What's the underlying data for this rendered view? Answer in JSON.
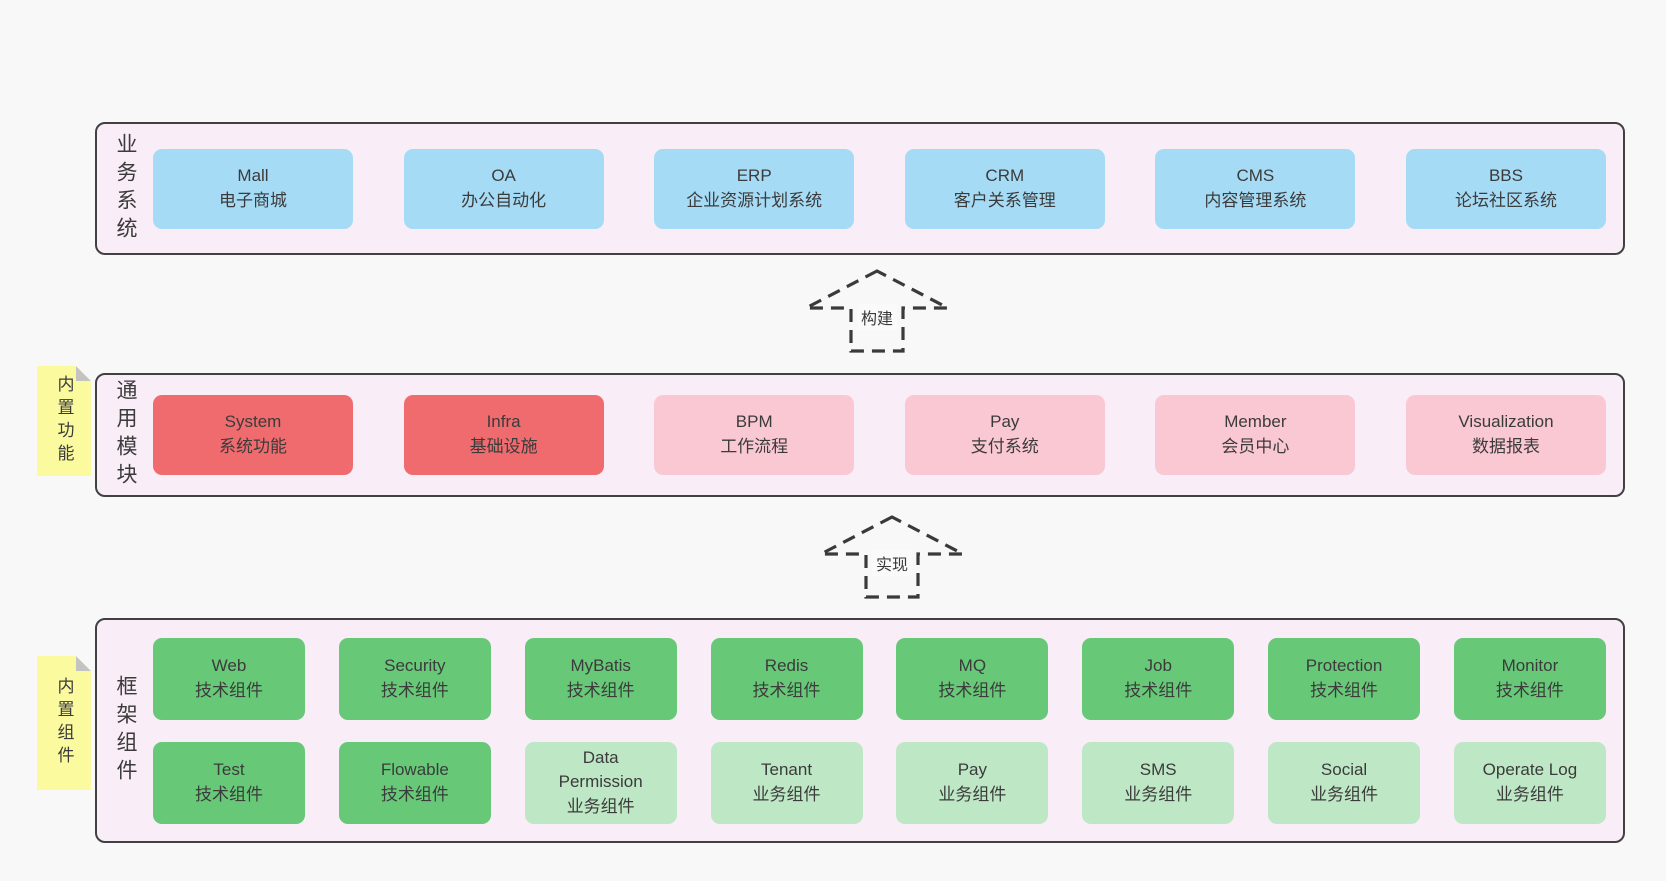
{
  "colors": {
    "page_bg": "#f8f8f8",
    "layer_bg": "#f9edf7",
    "layer_border": "#414141",
    "blue_box": "#a6dbf5",
    "red_box": "#ef6b6e",
    "pink_box": "#fac8d3",
    "green_box": "#67c878",
    "light_green_box": "#bee7c5",
    "sticky_yellow": "#fbfa9e",
    "text": "#3b3b3b"
  },
  "arrows": [
    {
      "label": "构建"
    },
    {
      "label": "实现"
    }
  ],
  "layers": [
    {
      "label": "业务系统",
      "boxes": [
        {
          "en": "Mall",
          "zh": "电子商城"
        },
        {
          "en": "OA",
          "zh": "办公自动化"
        },
        {
          "en": "ERP",
          "zh": "企业资源计划系统"
        },
        {
          "en": "CRM",
          "zh": "客户关系管理"
        },
        {
          "en": "CMS",
          "zh": "内容管理系统"
        },
        {
          "en": "BBS",
          "zh": "论坛社区系统"
        }
      ]
    },
    {
      "label": "通用模块",
      "sticky": "内置功能",
      "boxes": [
        {
          "en": "System",
          "zh": "系统功能"
        },
        {
          "en": "Infra",
          "zh": "基础设施"
        },
        {
          "en": "BPM",
          "zh": "工作流程"
        },
        {
          "en": "Pay",
          "zh": "支付系统"
        },
        {
          "en": "Member",
          "zh": "会员中心"
        },
        {
          "en": "Visualization",
          "zh": "数据报表"
        }
      ]
    },
    {
      "label": "框架组件",
      "sticky": "内置组件",
      "rows": [
        [
          {
            "en": "Web",
            "zh": "技术组件"
          },
          {
            "en": "Security",
            "zh": "技术组件"
          },
          {
            "en": "MyBatis",
            "zh": "技术组件"
          },
          {
            "en": "Redis",
            "zh": "技术组件"
          },
          {
            "en": "MQ",
            "zh": "技术组件"
          },
          {
            "en": "Job",
            "zh": "技术组件"
          },
          {
            "en": "Protection",
            "zh": "技术组件"
          },
          {
            "en": "Monitor",
            "zh": "技术组件"
          }
        ],
        [
          {
            "en": "Test",
            "zh": "技术组件"
          },
          {
            "en": "Flowable",
            "zh": "技术组件"
          },
          {
            "en": "Data Permission",
            "zh": "业务组件"
          },
          {
            "en": "Tenant",
            "zh": "业务组件"
          },
          {
            "en": "Pay",
            "zh": "业务组件"
          },
          {
            "en": "SMS",
            "zh": "业务组件"
          },
          {
            "en": "Social",
            "zh": "业务组件"
          },
          {
            "en": "Operate Log",
            "zh": "业务组件"
          }
        ]
      ]
    }
  ]
}
